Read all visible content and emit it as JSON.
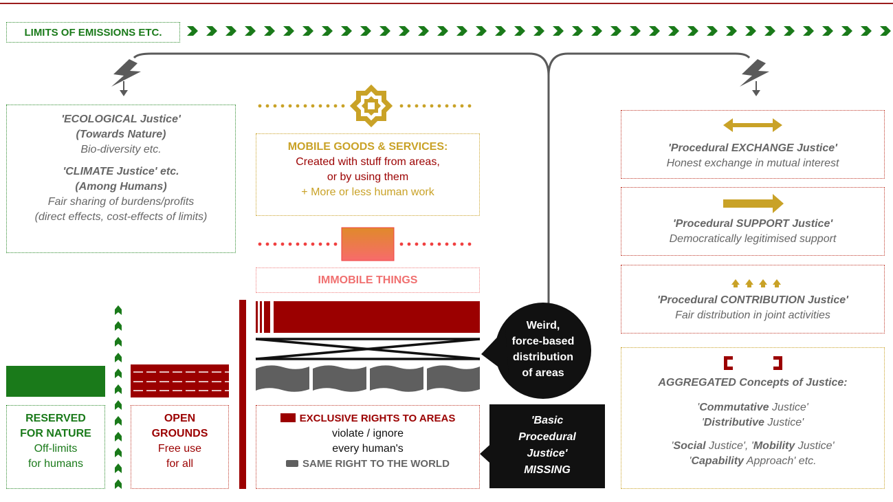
{
  "header": {
    "limits_label": "LIMITS OF EMISSIONS ETC."
  },
  "left_box": {
    "line1": "'ECOLOGICAL Justice'",
    "line2": "(Towards Nature)",
    "line3": "Bio-diversity etc.",
    "line4": "'CLIMATE Justice' etc.",
    "line5": "(Among Humans)",
    "line6": "Fair sharing of burdens/profits",
    "line7": "(direct effects, cost-effects of limits)"
  },
  "mobile_box": {
    "title": "MOBILE GOODS & SERVICES:",
    "line2": "Created with stuff from areas,",
    "line3": "or by using them",
    "line4": "+ More or less human work"
  },
  "immobile_label": "IMMOBILE THINGS",
  "weird_bubble": {
    "line1": "Weird,",
    "line2": "force-based",
    "line3": "distribution",
    "line4": "of areas"
  },
  "missing_box": {
    "line1": "'Basic",
    "line2": "Procedural",
    "line3": "Justice'",
    "line4": "MISSING"
  },
  "reserved_box": {
    "line1": "RESERVED",
    "line2": "FOR NATURE",
    "line3": "Off-limits",
    "line4": "for humans"
  },
  "open_box": {
    "line1": "OPEN",
    "line2": "GROUNDS",
    "line3": "Free use",
    "line4": "for all"
  },
  "exclusive_box": {
    "title": "EXCLUSIVE RIGHTS TO AREAS",
    "line2": "violate / ignore",
    "line3": "every human's",
    "line4": "SAME RIGHT TO THE WORLD"
  },
  "right_boxes": [
    {
      "title": "'Procedural EXCHANGE Justice'",
      "subtitle": "Honest exchange in mutual interest"
    },
    {
      "title": "'Procedural SUPPORT Justice'",
      "subtitle": "Democratically legitimised support"
    },
    {
      "title": "'Procedural CONTRIBUTION Justice'",
      "subtitle": "Fair distribution in joint activities"
    }
  ],
  "aggregated_box": {
    "title": "AGGREGATED Concepts of Justice:",
    "commutative_bold": "Commutative",
    "distributive_bold": "Distributive",
    "social_bold": "Social",
    "mobility_bold": "Mobility",
    "capability_bold": "Capability",
    "justice_word": "Justice",
    "approach_etc": "Approach' etc."
  },
  "colors": {
    "dark_red": "#9b0000",
    "gold": "#c9a227",
    "green": "#1a7a1a",
    "gray": "#666666",
    "pink": "#f07070"
  }
}
